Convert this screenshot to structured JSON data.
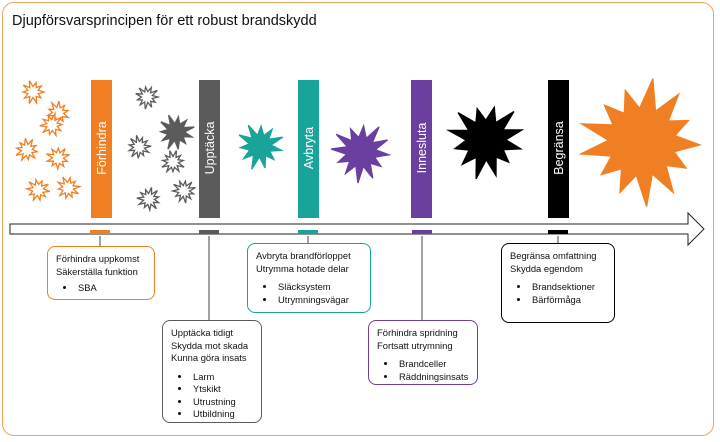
{
  "title": "Djupförsvarsprincipen för ett robust brandskydd",
  "colors": {
    "orange": "#f07f24",
    "gray": "#5b5b5b",
    "teal": "#19a49a",
    "purple": "#6b3fa0",
    "black": "#000000",
    "frame": "#f0a35e"
  },
  "stages": [
    {
      "label": "Förhindra",
      "color": "orange",
      "info": {
        "lines": [
          "Förhindra uppkomst",
          "Säkerställa funktion"
        ],
        "bullets": [
          "SBA"
        ]
      }
    },
    {
      "label": "Upptäcka",
      "color": "gray",
      "info": {
        "lines": [
          "Upptäcka tidigt",
          "Skydda mot skada",
          "Kunna göra insats"
        ],
        "bullets": [
          "Larm",
          "Ytskikt",
          "Utrustning",
          "Utbildning"
        ]
      }
    },
    {
      "label": "Avbryta",
      "color": "teal",
      "info": {
        "lines": [
          "Avbryta brandförloppet",
          "Utrymma hotade delar"
        ],
        "bullets": [
          "Släcksystem",
          "Utrymningsvägar"
        ]
      }
    },
    {
      "label": "Innesluta",
      "color": "purple",
      "info": {
        "lines": [
          "Förhindra spridning",
          "Fortsatt utrymning"
        ],
        "bullets": [
          "Brandceller",
          "Räddningsinsats"
        ]
      }
    },
    {
      "label": "Begränsa",
      "color": "black",
      "info": {
        "lines": [
          "Begränsa omfattning",
          "Skydda egendom"
        ],
        "bullets": [
          "Brandsektioner",
          "Bärförmåga"
        ]
      }
    }
  ]
}
